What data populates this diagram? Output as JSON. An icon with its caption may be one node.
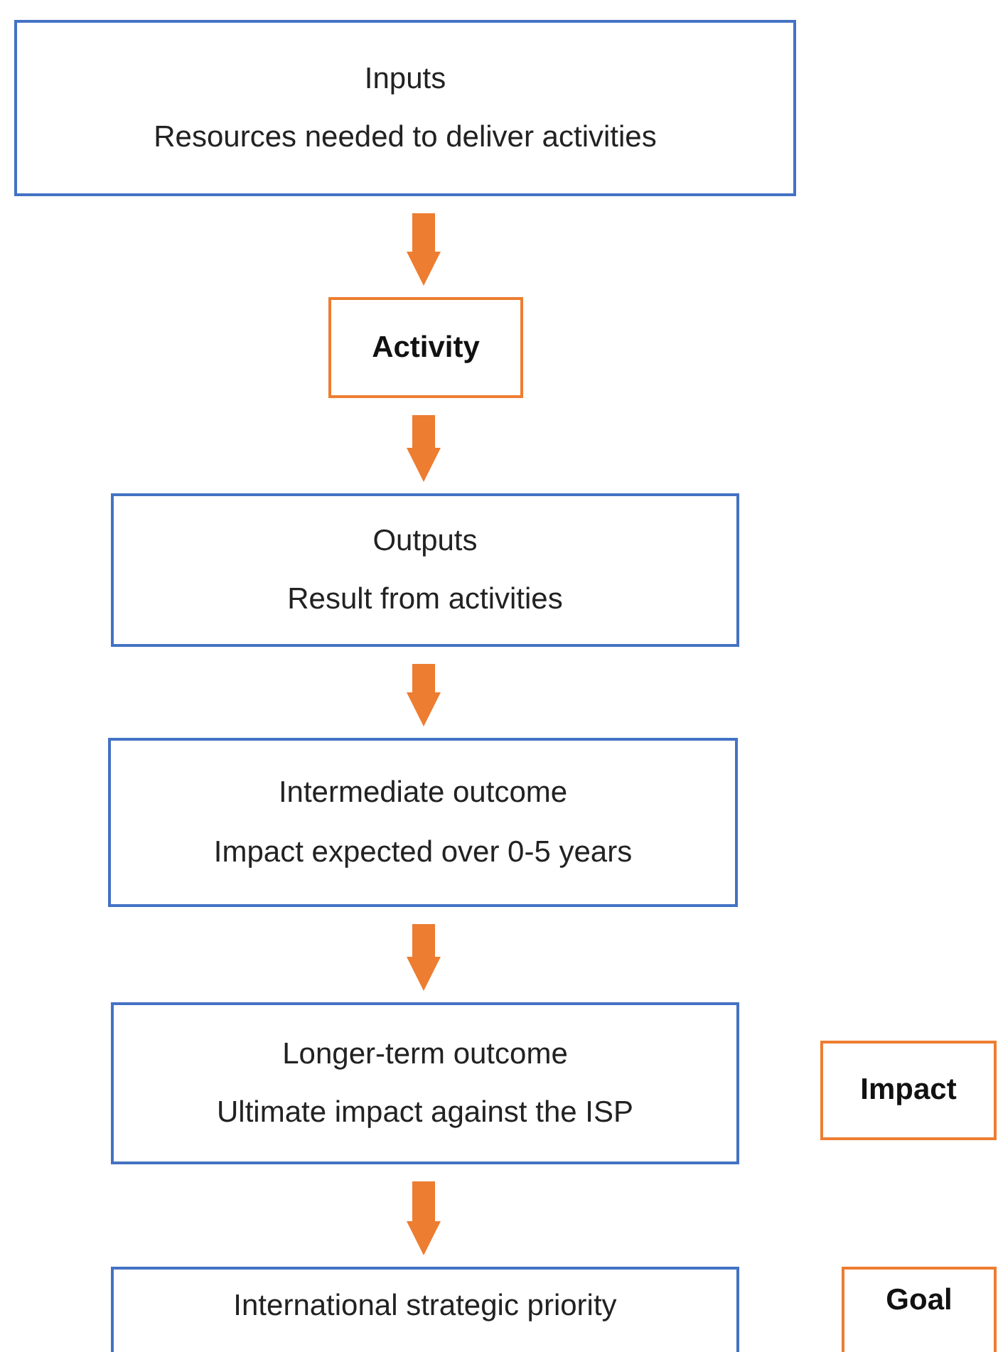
{
  "diagram": {
    "nodes": [
      {
        "text": [
          "Inputs",
          "Resources needed to deliver activities"
        ]
      },
      {
        "text": [
          "Activity"
        ]
      },
      {
        "text": [
          "Outputs",
          "Result from activities"
        ]
      },
      {
        "text": [
          "Intermediate outcome",
          "Impact expected over 0-5 years"
        ]
      },
      {
        "text": [
          "Longer-term outcome",
          "Ultimate impact against the ISP"
        ]
      },
      {
        "text": [
          "Impact"
        ]
      },
      {
        "text": [
          "International strategic priority"
        ]
      },
      {
        "text": [
          "Goal"
        ]
      }
    ],
    "edges": [
      {
        "from": 0,
        "to": 1,
        "arrow": "to"
      },
      {
        "from": 1,
        "to": 2,
        "arrow": "to"
      },
      {
        "from": 2,
        "to": 3,
        "arrow": "to"
      },
      {
        "from": 3,
        "to": 4,
        "arrow": "to"
      },
      {
        "from": 4,
        "to": 6,
        "arrow": "to"
      }
    ]
  }
}
